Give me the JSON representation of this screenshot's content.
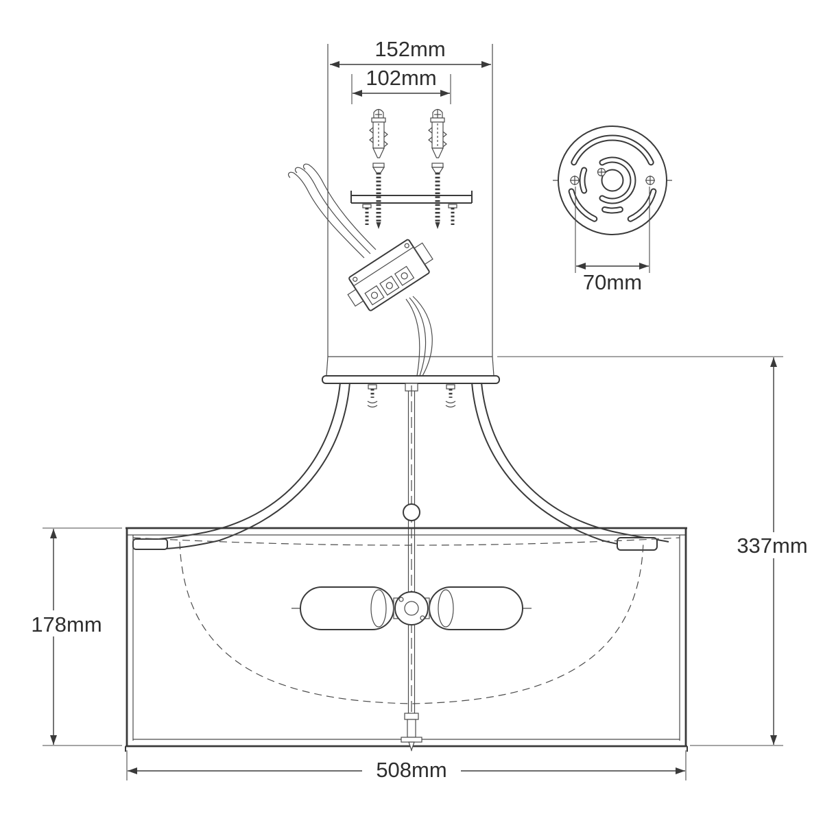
{
  "dims": {
    "bracket_width": "152mm",
    "anchor_spacing": "102mm",
    "plate_diameter": "70mm",
    "total_height": "337mm",
    "shade_height": "178mm",
    "shade_diameter": "508mm"
  },
  "colors": {
    "line": "#3a3a3a",
    "background": "#ffffff"
  }
}
